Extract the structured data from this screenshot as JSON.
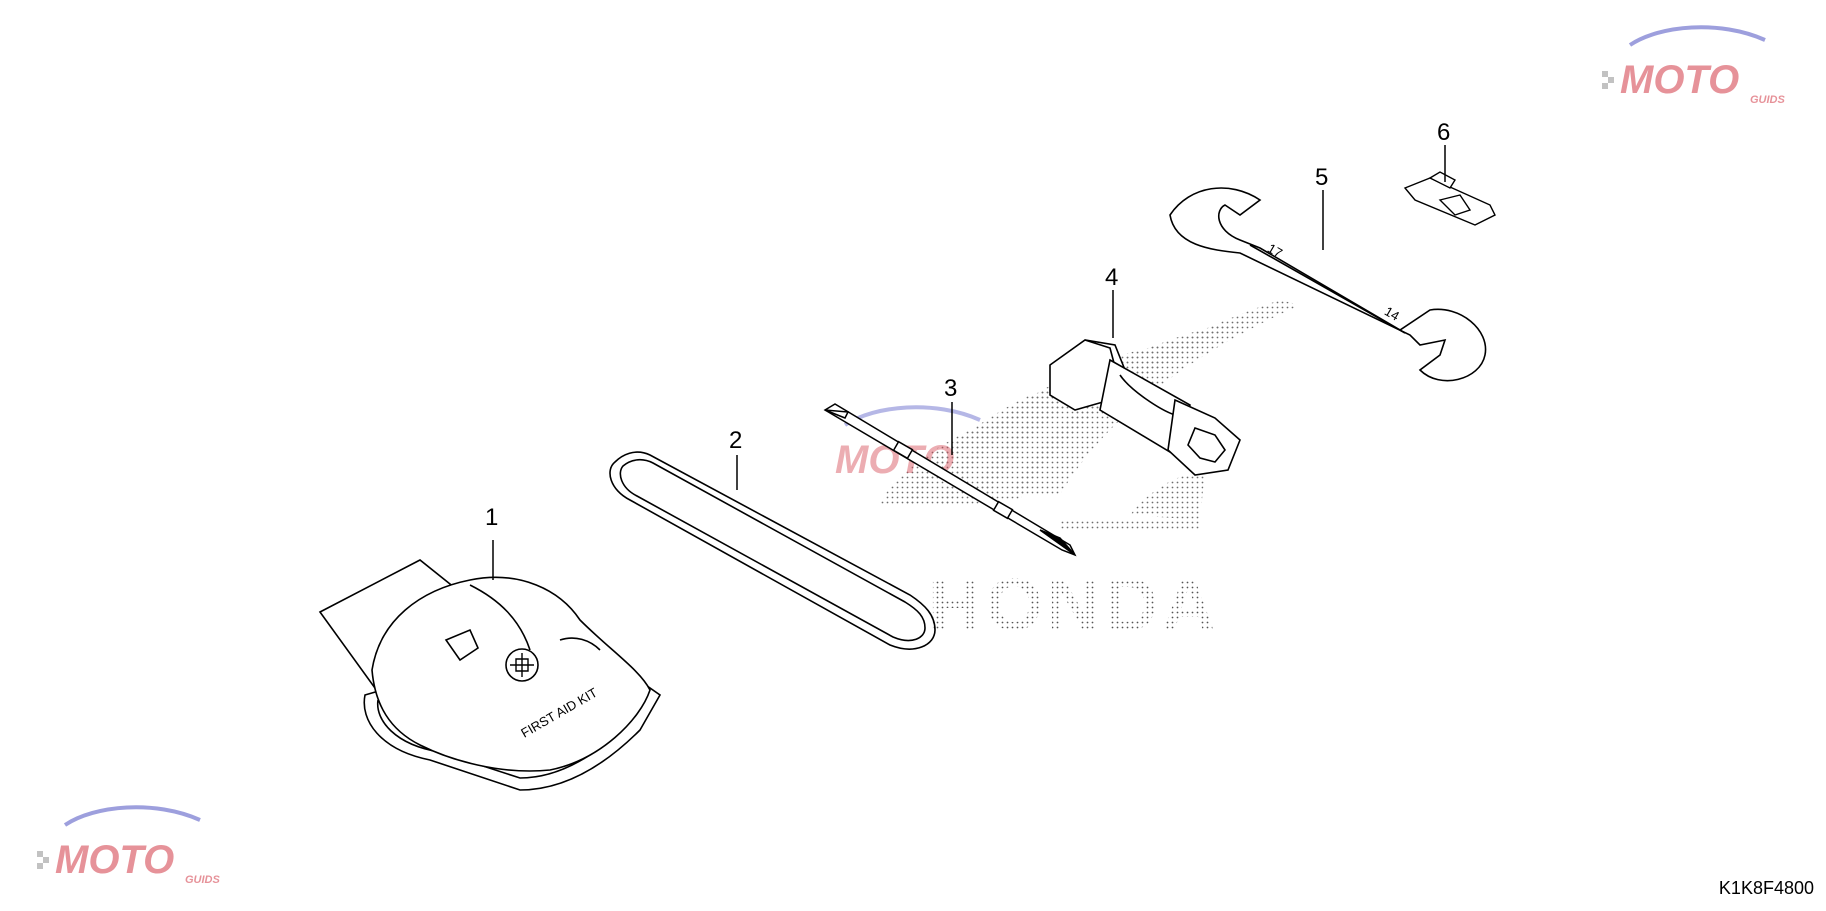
{
  "diagram": {
    "callouts": [
      {
        "id": "1",
        "label": "1"
      },
      {
        "id": "2",
        "label": "2"
      },
      {
        "id": "3",
        "label": "3"
      },
      {
        "id": "4",
        "label": "4"
      },
      {
        "id": "5",
        "label": "5"
      },
      {
        "id": "6",
        "label": "6"
      }
    ],
    "first_aid_kit_text": "FIRST AID KIT",
    "wrench_size_large": "17",
    "wrench_size_small": "14",
    "background_brand": "HONDA",
    "diagram_code": "K1K8F4800"
  },
  "watermark": {
    "brand": "MOTO",
    "tagline": "GUIDS"
  },
  "colors": {
    "line": "#000000",
    "watermark_red": "#d64b57",
    "watermark_blue": "#5b5fc7",
    "watermark_grey": "#9a9a9a",
    "dots": "#555555"
  }
}
